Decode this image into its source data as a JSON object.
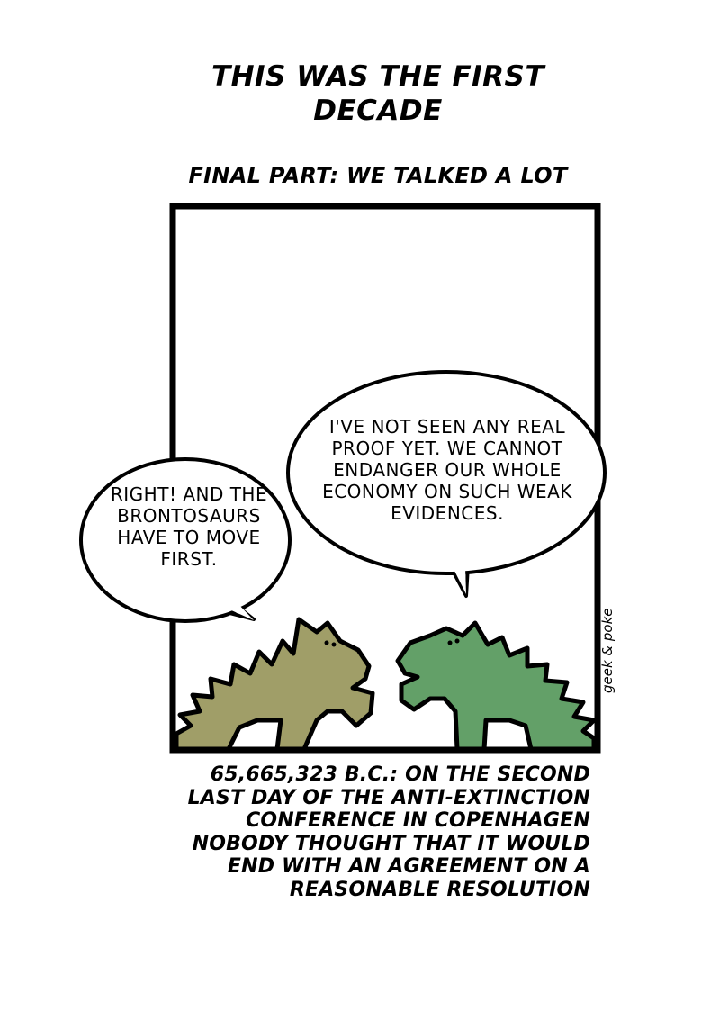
{
  "title": "THIS WAS THE FIRST DECADE",
  "subtitle": "FINAL PART: WE TALKED A LOT",
  "bubbles": {
    "left": "RIGHT! AND THE BRONTOSAURS HAVE TO MOVE FIRST.",
    "right": "I'VE NOT SEEN ANY REAL PROOF YET. WE CANNOT ENDANGER OUR WHOLE ECONOMY ON SUCH WEAK EVIDENCES."
  },
  "signature": "geek & poke",
  "caption": "65,665,323 B.C.: ON THE SECOND LAST DAY OF THE ANTI-EXTINCTION CONFERENCE IN COPENHAGEN NOBODY THOUGHT THAT IT WOULD END WITH AN AGREEMENT ON A REASONABLE RESOLUTION",
  "colors": {
    "olive_dino": "#a09e68",
    "green_dino": "#63a068",
    "outline": "#000000"
  }
}
